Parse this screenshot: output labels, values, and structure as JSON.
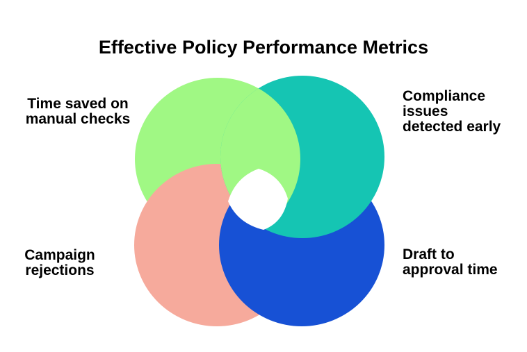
{
  "title": "Effective Policy Performance Metrics",
  "diagram": {
    "circles": [
      {
        "name": "time-saved",
        "color": "#A0F884"
      },
      {
        "name": "compliance",
        "color": "#15C5B3"
      },
      {
        "name": "campaign",
        "color": "#F6AA9C"
      },
      {
        "name": "draft",
        "color": "#1751D5"
      }
    ],
    "center_hole_color": "#FFFFFF"
  },
  "labels": {
    "time_saved": {
      "lines": [
        "Time saved on",
        "manual checks"
      ]
    },
    "compliance": {
      "lines": [
        "Compliance",
        "issues",
        "detected early"
      ]
    },
    "campaign": {
      "lines": [
        "Campaign",
        "rejections"
      ]
    },
    "draft": {
      "lines": [
        "Draft to",
        "approval time"
      ]
    }
  }
}
